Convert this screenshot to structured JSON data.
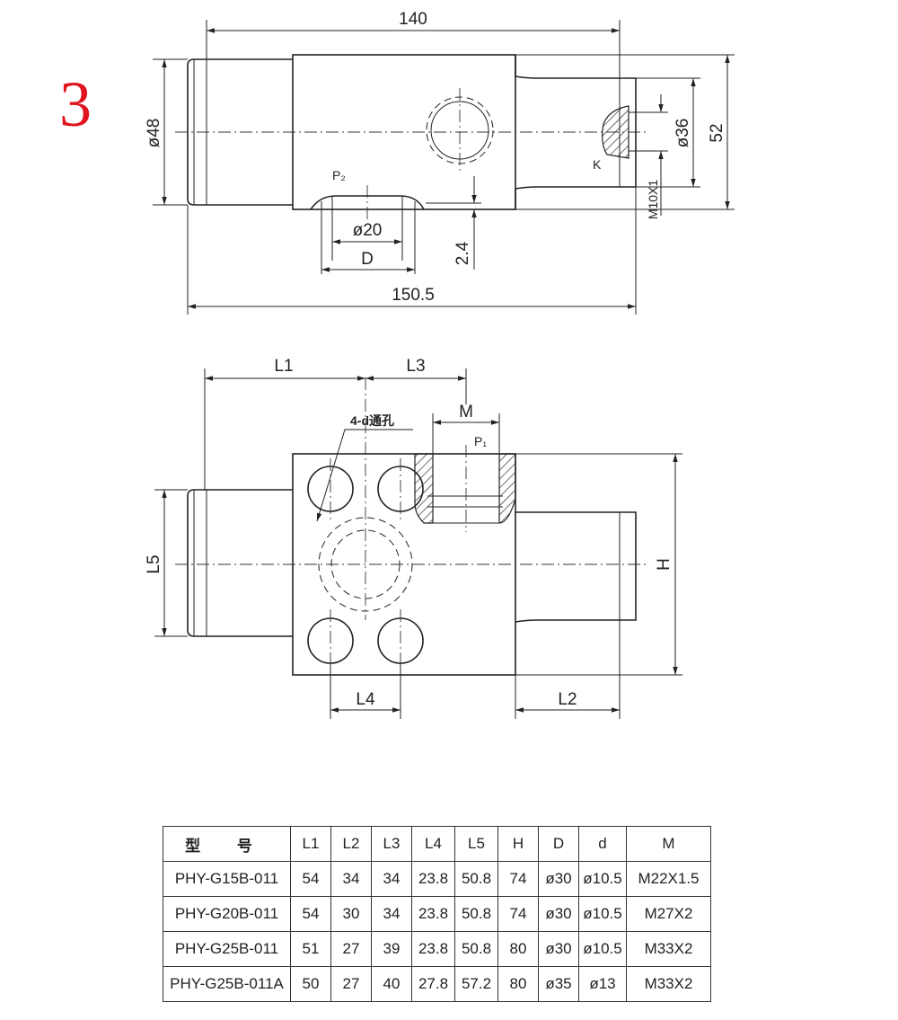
{
  "figure_number": "3",
  "top_view": {
    "dims": {
      "length_top": "140",
      "length_bottom": "150.5",
      "dia_left": "ø48",
      "dia_right": "ø36",
      "height_right": "52",
      "port_dia": "ø20",
      "port_D": "D",
      "depth": "2.4",
      "thread": "M10X1"
    },
    "labels": {
      "p2": "P₂",
      "k": "K"
    }
  },
  "front_view": {
    "dims": {
      "L1": "L1",
      "L2": "L2",
      "L3": "L3",
      "L4": "L4",
      "L5": "L5",
      "H": "H",
      "M": "M"
    },
    "labels": {
      "holes": "4-d通孔",
      "p1": "P₁"
    }
  },
  "table": {
    "headers": [
      "型 号",
      "L1",
      "L2",
      "L3",
      "L4",
      "L5",
      "H",
      "D",
      "d",
      "M"
    ],
    "rows": [
      [
        "PHY-G15B-011",
        "54",
        "34",
        "34",
        "23.8",
        "50.8",
        "74",
        "ø30",
        "ø10.5",
        "M22X1.5"
      ],
      [
        "PHY-G20B-011",
        "54",
        "30",
        "34",
        "23.8",
        "50.8",
        "74",
        "ø30",
        "ø10.5",
        "M27X2"
      ],
      [
        "PHY-G25B-011",
        "51",
        "27",
        "39",
        "23.8",
        "50.8",
        "80",
        "ø30",
        "ø10.5",
        "M33X2"
      ],
      [
        "PHY-G25B-011A",
        "50",
        "27",
        "40",
        "27.8",
        "57.2",
        "80",
        "ø35",
        "ø13",
        "M33X2"
      ]
    ]
  }
}
